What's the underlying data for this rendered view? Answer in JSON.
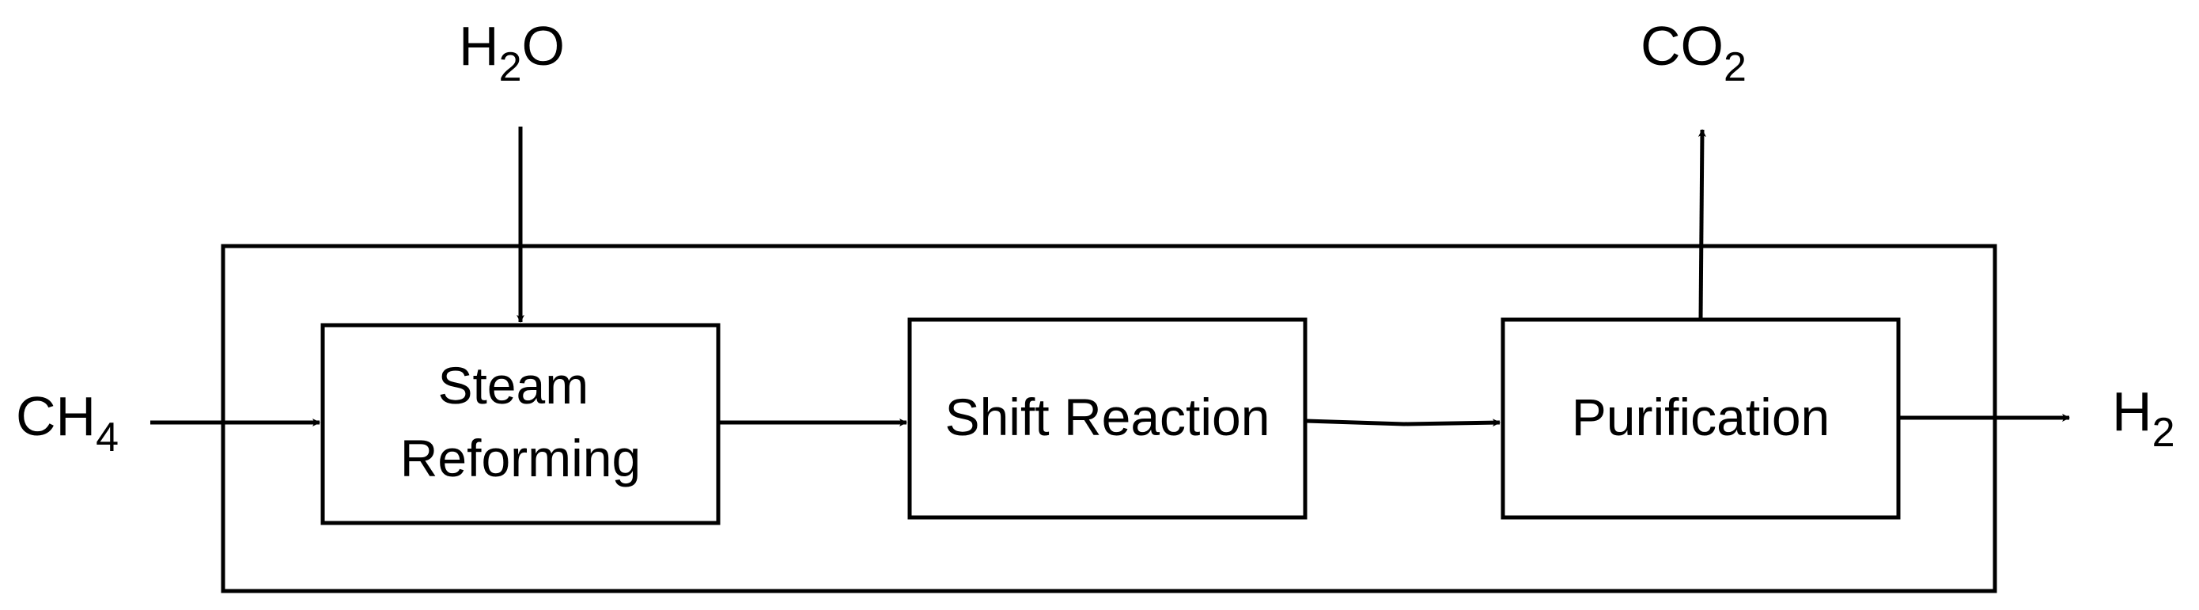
{
  "diagram": {
    "boxes": {
      "steam_reforming": {
        "line1": "Steam",
        "line2": "Reforming"
      },
      "shift_reaction": {
        "label": "Shift Reaction"
      },
      "purification": {
        "label": "Purification"
      }
    },
    "inputs": {
      "ch4": {
        "base": "CH",
        "sub": "4"
      },
      "h2o": {
        "base_a": "H",
        "sub": "2",
        "base_b": "O"
      }
    },
    "outputs": {
      "co2": {
        "base": "CO",
        "sub": "2"
      },
      "h2": {
        "base": "H",
        "sub": "2"
      }
    },
    "colors": {
      "stroke": "#000000",
      "background": "#ffffff",
      "text": "#000000"
    }
  }
}
